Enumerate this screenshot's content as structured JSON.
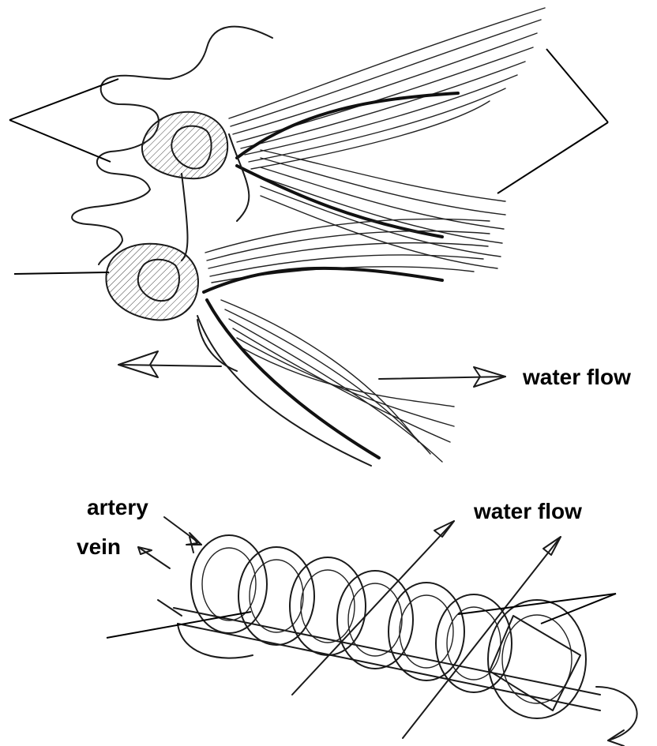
{
  "labels": {
    "water_flow_top": "water flow",
    "artery": "artery",
    "vein": "vein",
    "water_flow_bottom": "water flow"
  }
}
